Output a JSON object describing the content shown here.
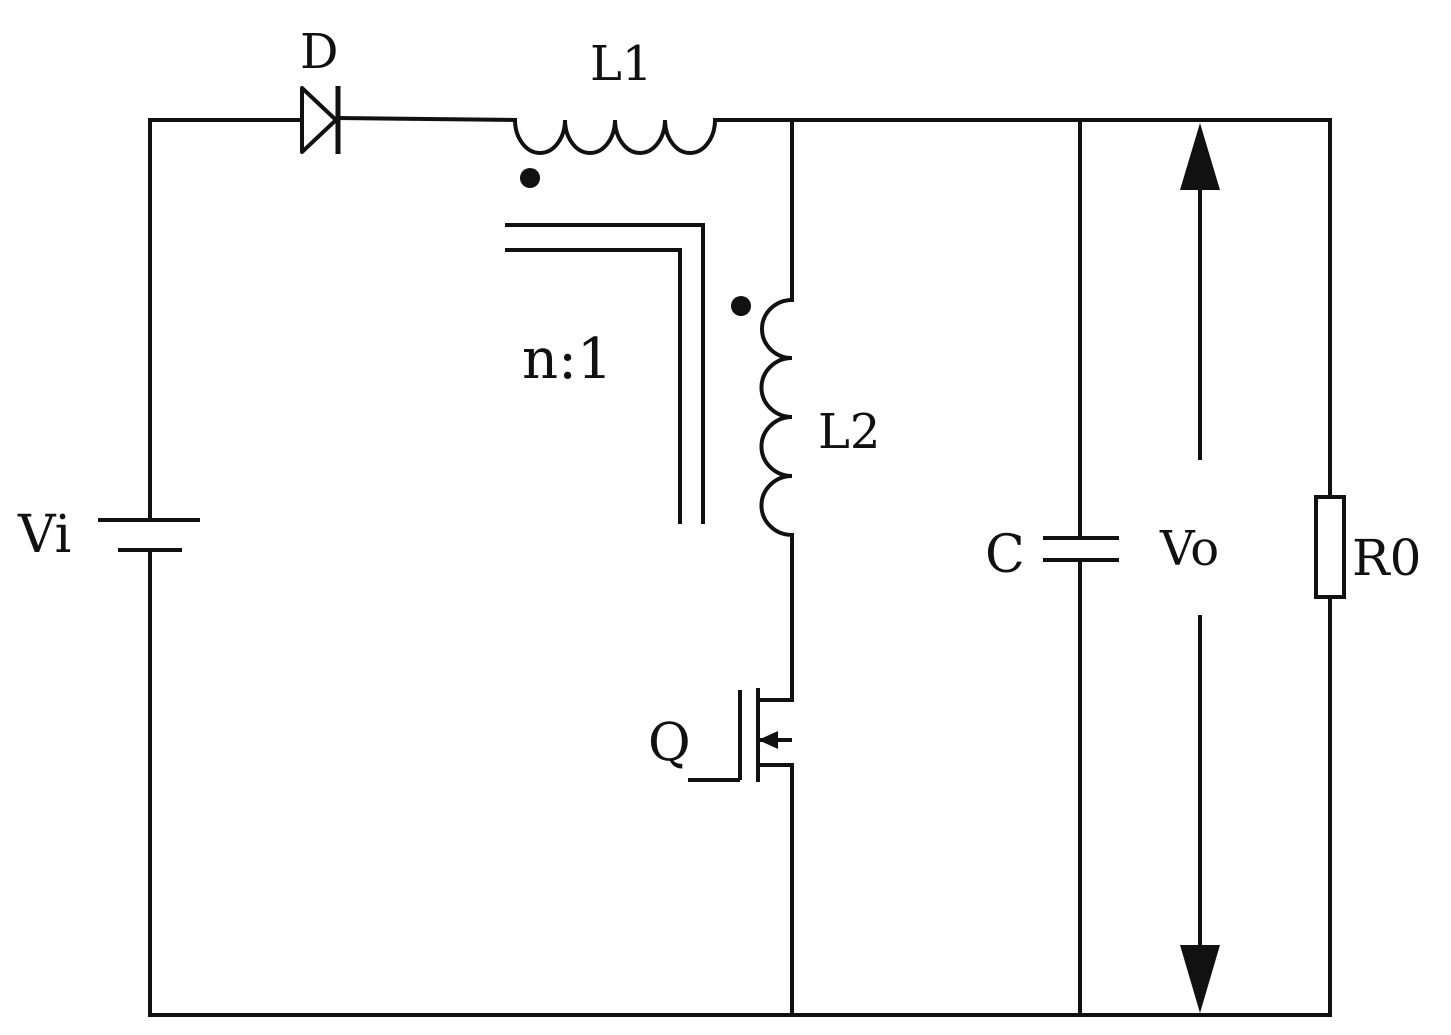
{
  "labels": {
    "diode": "D",
    "inductor1": "L1",
    "inductor2": "L2",
    "ratio": "n:1",
    "source": "Vi",
    "capacitor": "C",
    "output_voltage": "Vo",
    "load": "R0",
    "switch": "Q"
  },
  "colors": {
    "line": "#111111",
    "background": "#ffffff"
  }
}
